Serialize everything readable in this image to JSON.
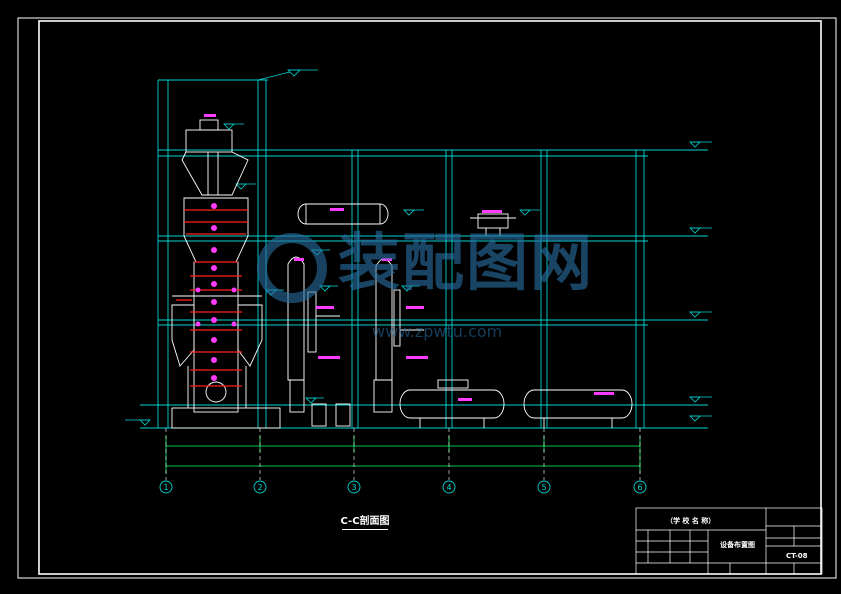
{
  "drawing": {
    "caption": "C-C剖面图",
    "watermark": "装配图网",
    "watermark_url": "www.zpwtu.com",
    "axes": [
      "1",
      "2",
      "3",
      "4",
      "5",
      "6"
    ],
    "colors": {
      "frame": "#ffffff",
      "steel": "#00d4d4",
      "equipment": "#ffffff",
      "labels": "#ff3cff",
      "accent": "#ff2020",
      "dimension": "#00ff66"
    }
  },
  "title_block": {
    "school_header": "（学 校 名 称）",
    "drawing_name": "设备布置图",
    "drawing_no": "CT-08"
  }
}
